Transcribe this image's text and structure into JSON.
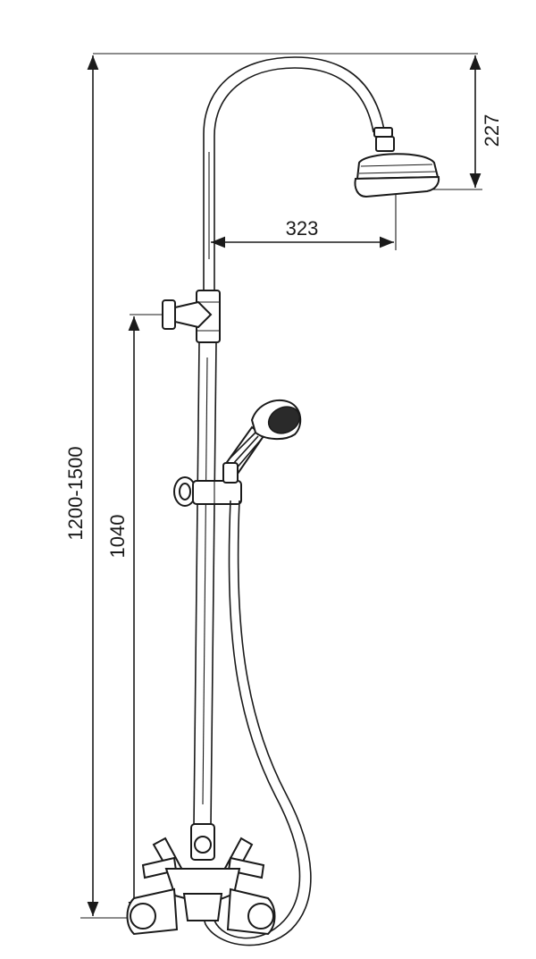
{
  "dimensions": {
    "total_height": "1200-1500",
    "mixer_height": "1040",
    "head_reach": "323",
    "head_drop": "227"
  },
  "colors": {
    "line": "#1a1a1a",
    "background": "#ffffff"
  }
}
